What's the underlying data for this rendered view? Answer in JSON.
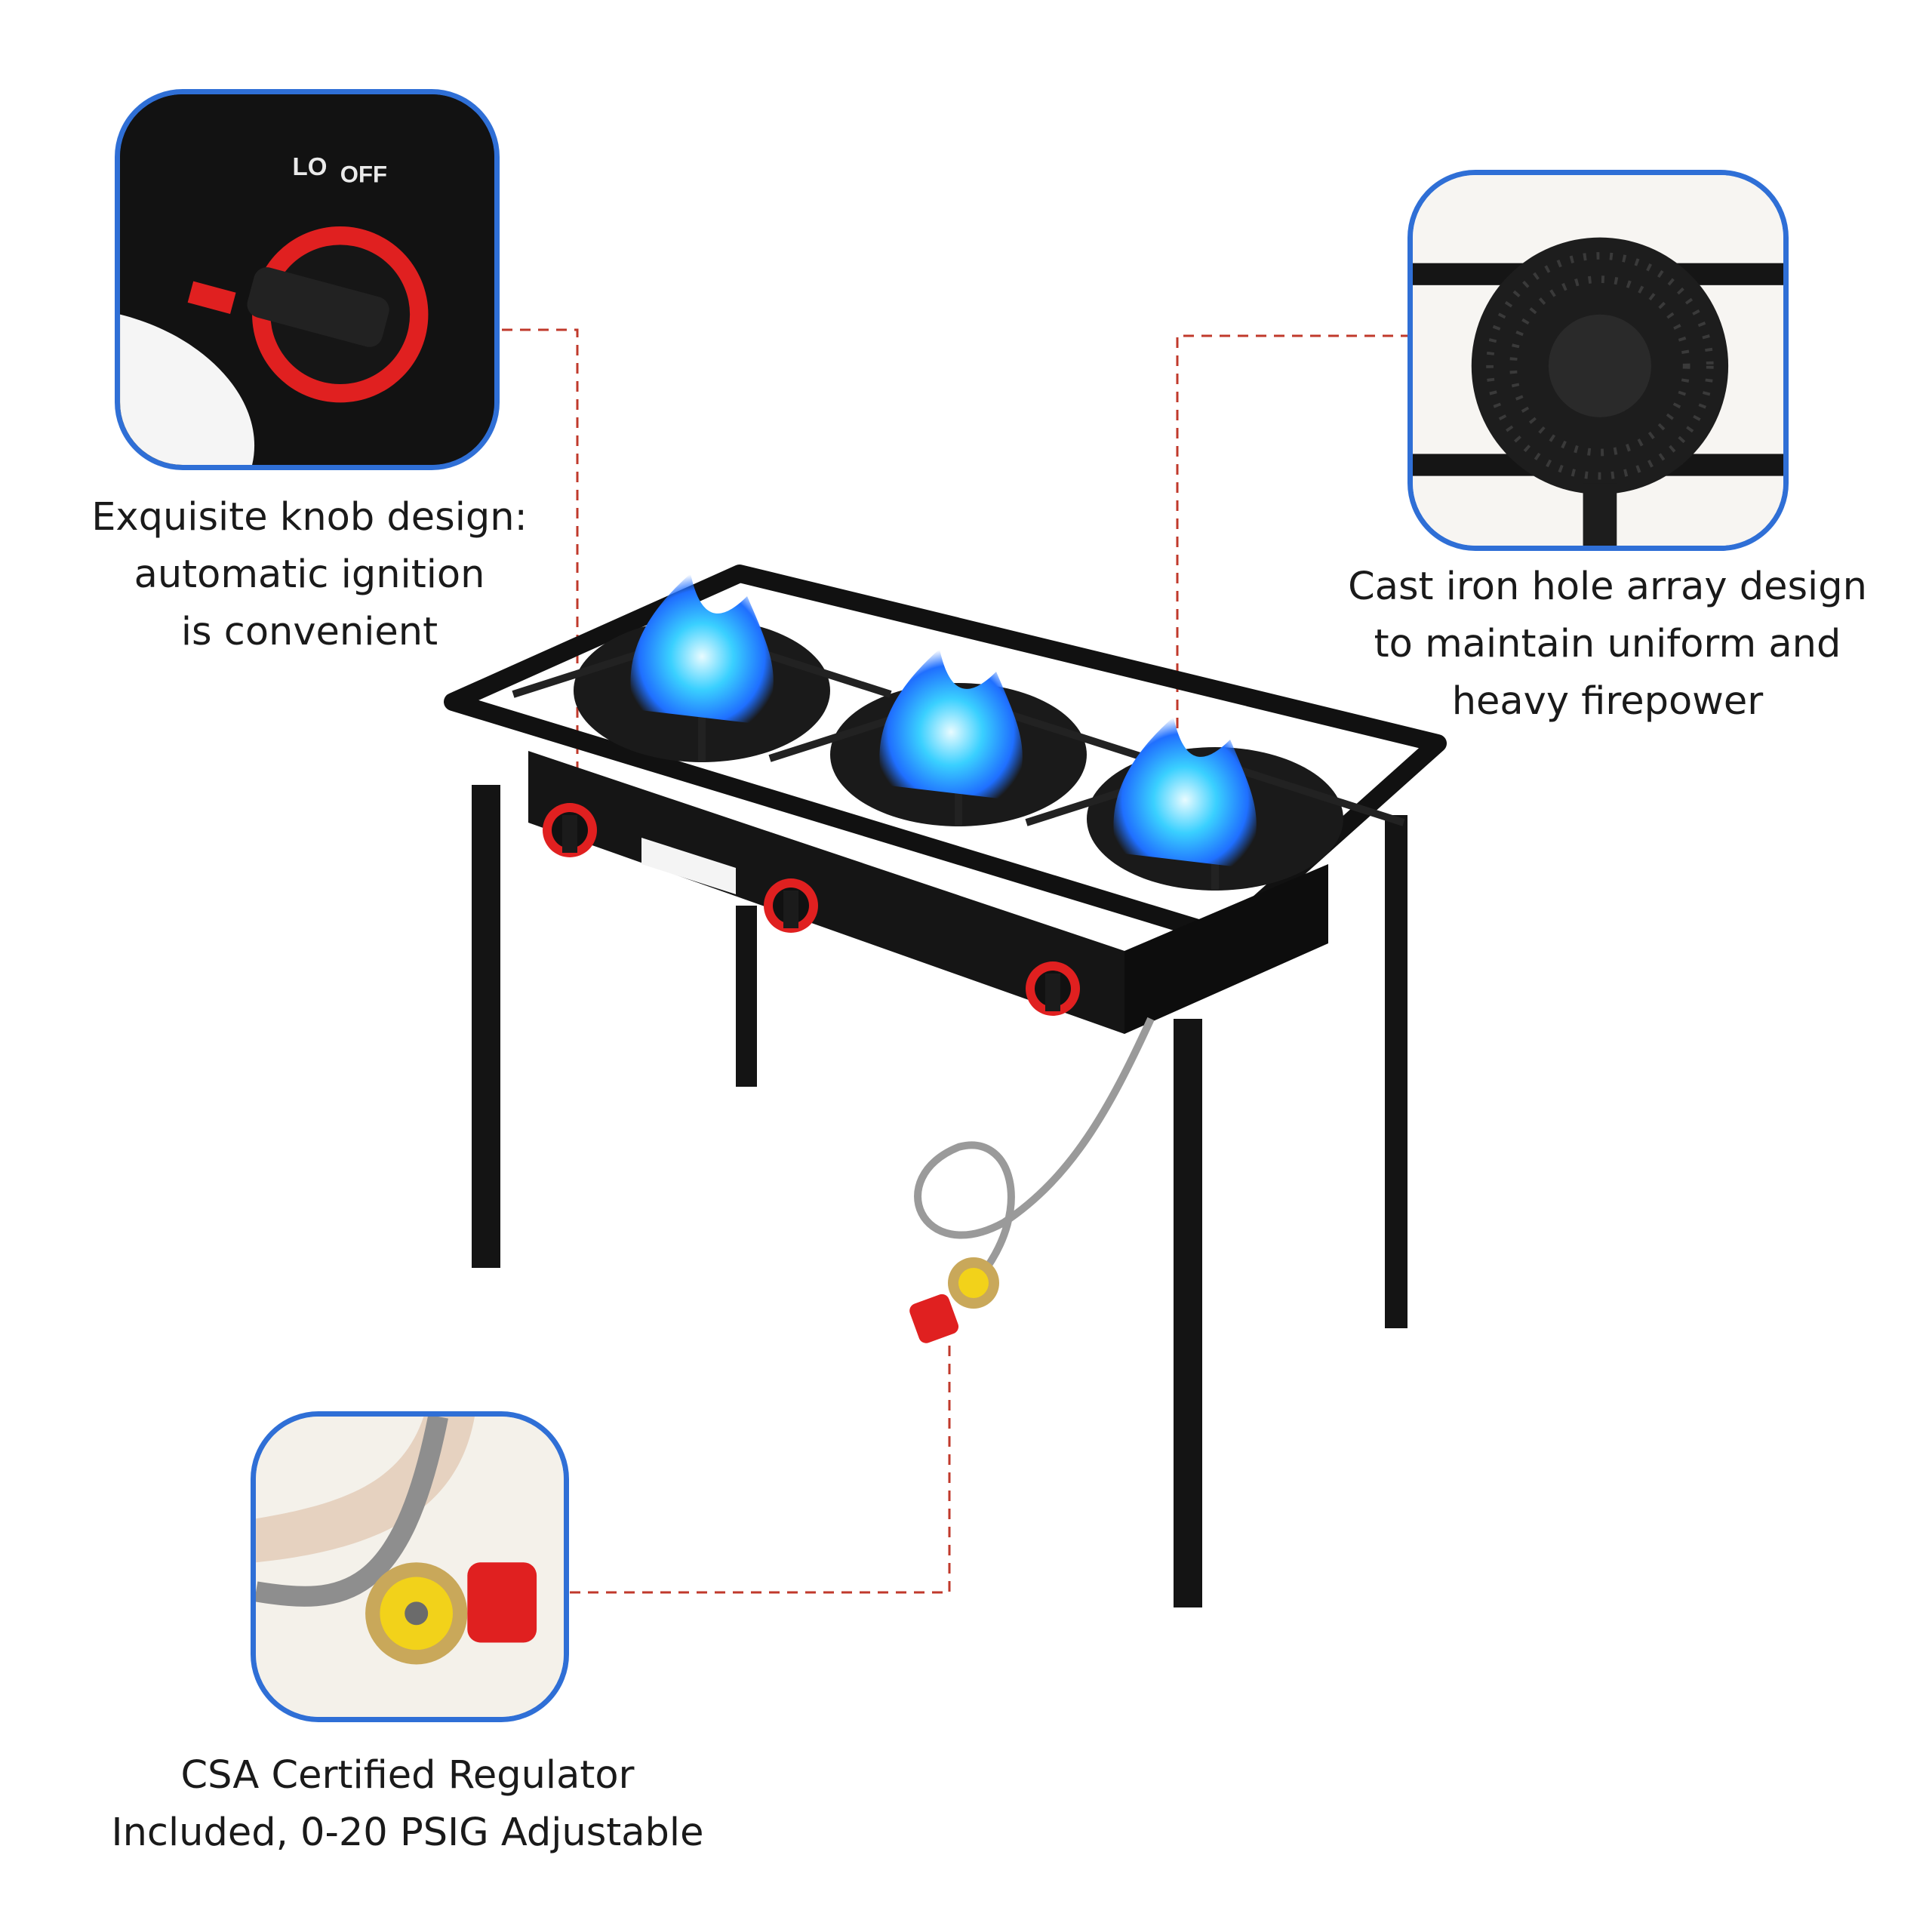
{
  "callouts": {
    "knob": {
      "lines": [
        "Exquisite knob design:",
        "automatic ignition",
        "is convenient"
      ],
      "dial_labels": [
        "LO",
        "OFF"
      ]
    },
    "burner": {
      "lines": [
        "Cast iron hole array design",
        "to maintain uniform and",
        "heavy firepower"
      ]
    },
    "regulator": {
      "lines": [
        "CSA Certified Regulator",
        "Included, 0-20 PSIG Adjustable"
      ]
    }
  },
  "colors": {
    "inset_border": "#2f6fd6",
    "leader_line": "#c0392b",
    "stove_body": "#111111",
    "flame": "#1f9bff",
    "knob_ring": "#e02020",
    "regulator_cap": "#f2d21a"
  },
  "product": {
    "burner_count": 3
  }
}
